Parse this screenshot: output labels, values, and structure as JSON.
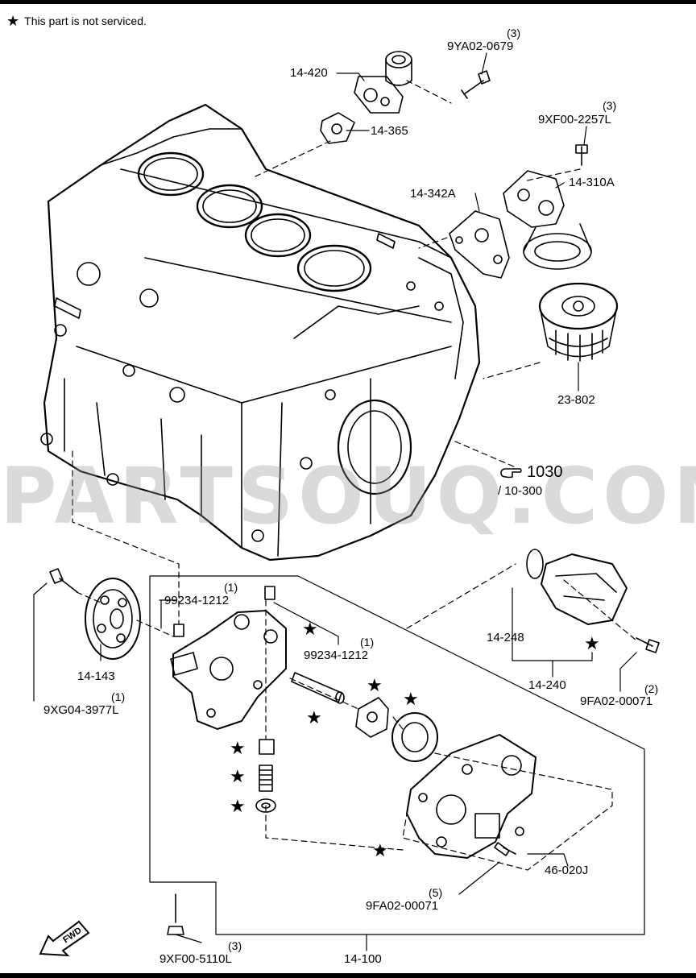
{
  "note": {
    "star": "★",
    "text": "This part is not serviced."
  },
  "watermark": "PARTSOUQ.COM",
  "section_ref": {
    "main": "1030",
    "sub": "/ 10-300"
  },
  "fwd_label": "FWD",
  "star_glyph": "★",
  "labels": [
    {
      "id": "9ya02-0679",
      "text": "9YA02-0679",
      "qty": "(3)"
    },
    {
      "id": "14-420",
      "text": "14-420",
      "qty": ""
    },
    {
      "id": "14-365",
      "text": "14-365",
      "qty": ""
    },
    {
      "id": "9xf00-2257l",
      "text": "9XF00-2257L",
      "qty": "(3)"
    },
    {
      "id": "14-310a",
      "text": "14-310A",
      "qty": ""
    },
    {
      "id": "14-342a",
      "text": "14-342A",
      "qty": ""
    },
    {
      "id": "23-802",
      "text": "23-802",
      "qty": ""
    },
    {
      "id": "99234-1212-a",
      "text": "99234-1212",
      "qty": "(1)"
    },
    {
      "id": "99234-1212-b",
      "text": "99234-1212",
      "qty": "(1)"
    },
    {
      "id": "14-143",
      "text": "14-143",
      "qty": ""
    },
    {
      "id": "9xg04-3977l",
      "text": "9XG04-3977L",
      "qty": "(1)"
    },
    {
      "id": "14-248",
      "text": "14-248",
      "qty": ""
    },
    {
      "id": "14-240",
      "text": "14-240",
      "qty": ""
    },
    {
      "id": "9fa02-00071-a",
      "text": "9FA02-00071",
      "qty": "(2)"
    },
    {
      "id": "46-020j",
      "text": "46-020J",
      "qty": ""
    },
    {
      "id": "9fa02-00071-b",
      "text": "9FA02-00071",
      "qty": "(5)"
    },
    {
      "id": "9xf00-5110l",
      "text": "9XF00-5110L",
      "qty": "(3)"
    },
    {
      "id": "14-100",
      "text": "14-100",
      "qty": ""
    }
  ]
}
